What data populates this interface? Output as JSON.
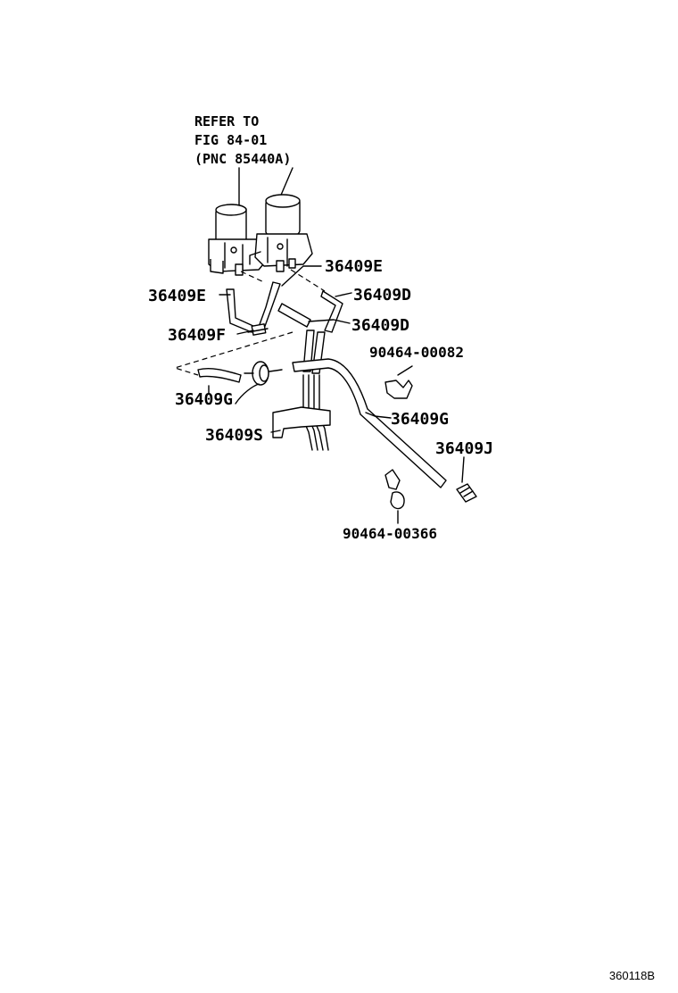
{
  "reference_note": {
    "line1": "REFER TO",
    "line2": "FIG 84-01",
    "line3": "(PNC 85440A)"
  },
  "labels": {
    "hose_e_right": "36409E",
    "hose_e_left": "36409E",
    "hose_d_upper": "36409D",
    "hose_d_lower": "36409D",
    "part_f": "36409F",
    "clamp_top": "90464-00082",
    "hose_g_left": "36409G",
    "hose_g_right": "36409G",
    "part_s": "36409S",
    "part_j": "36409J",
    "clamp_bottom": "90464-00366"
  },
  "diagram_code": "360118B"
}
